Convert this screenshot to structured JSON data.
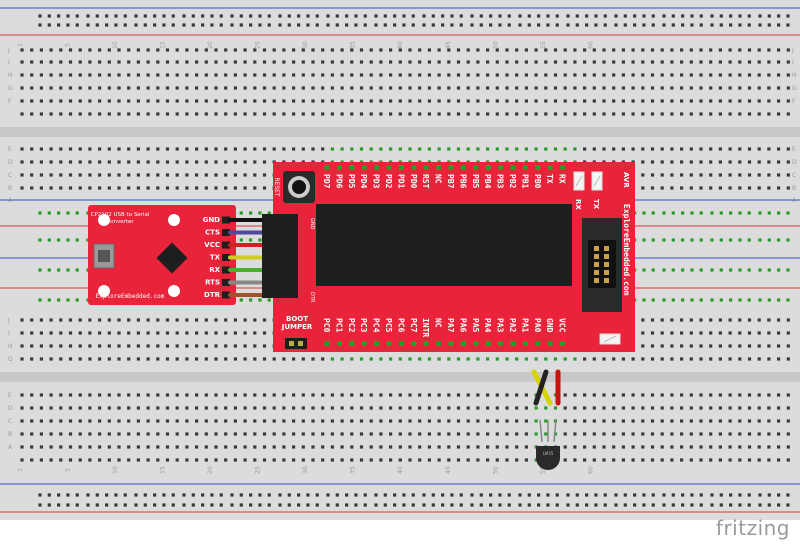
{
  "watermark": "fritzing",
  "colors": {
    "board_red": "#e8233a",
    "breadboard": "#d9d9d9",
    "breadboard_dark": "#c6c6c6",
    "rail_red": "#d23a3a",
    "rail_blue": "#2f52c8",
    "hole": "#3a3a3a",
    "hole_green": "#2a9a2a",
    "chip": "#1e1e1e",
    "pin_gold": "#c9a24a",
    "silk": "#ffffff"
  },
  "breadboard": {
    "row_letters_top": [
      "J",
      "I",
      "H",
      "G",
      "F"
    ],
    "row_letters_mid": [
      "E",
      "D",
      "C",
      "B",
      "A"
    ],
    "column_labels": [
      "1",
      "5",
      "10",
      "15",
      "20",
      "25",
      "30",
      "35",
      "40",
      "45",
      "50",
      "55",
      "60"
    ]
  },
  "usb_converter": {
    "title": "CP2102 USB to Serial",
    "subtitle": "Converter",
    "site": "ExploreEmbedded.com",
    "pins": [
      "GND",
      "CTS",
      "VCC",
      "TX",
      "RX",
      "RTS",
      "DTR"
    ],
    "wire_colors": [
      "#111111",
      "#4b4b99",
      "#cc2222",
      "#cccc22",
      "#4caf2a",
      "#888888",
      "#a0522d"
    ]
  },
  "avr_board": {
    "reset_label": "RESET",
    "top_pins": [
      "PD7",
      "PD6",
      "PD5",
      "PD4",
      "PD3",
      "PD2",
      "PD1",
      "PD0",
      "RST",
      "NC",
      "PB7",
      "PB6",
      "PB5",
      "PB4",
      "PB3",
      "PB2",
      "PB1",
      "PB0",
      "TX",
      "RX"
    ],
    "bottom_pins": [
      "PC0",
      "PC1",
      "PC2",
      "PC3",
      "PC4",
      "PC5",
      "PC6",
      "PC7",
      "INTR",
      "NC",
      "PA7",
      "PA6",
      "PA5",
      "PA4",
      "PA3",
      "PA2",
      "PA1",
      "PA0",
      "GND",
      "VCC"
    ],
    "header_gnd": "GND",
    "header_dtr": "DTR",
    "boot_label_1": "BOOT",
    "boot_label_2": "JUMPER",
    "rx_label": "RX",
    "tx_label": "TX",
    "avr_label": "AVR",
    "brand": "ExploreEmbedded.com"
  },
  "sensor": {
    "label": "LM35",
    "wire_colors": [
      "#d4d400",
      "#222222",
      "#cc1111"
    ]
  }
}
